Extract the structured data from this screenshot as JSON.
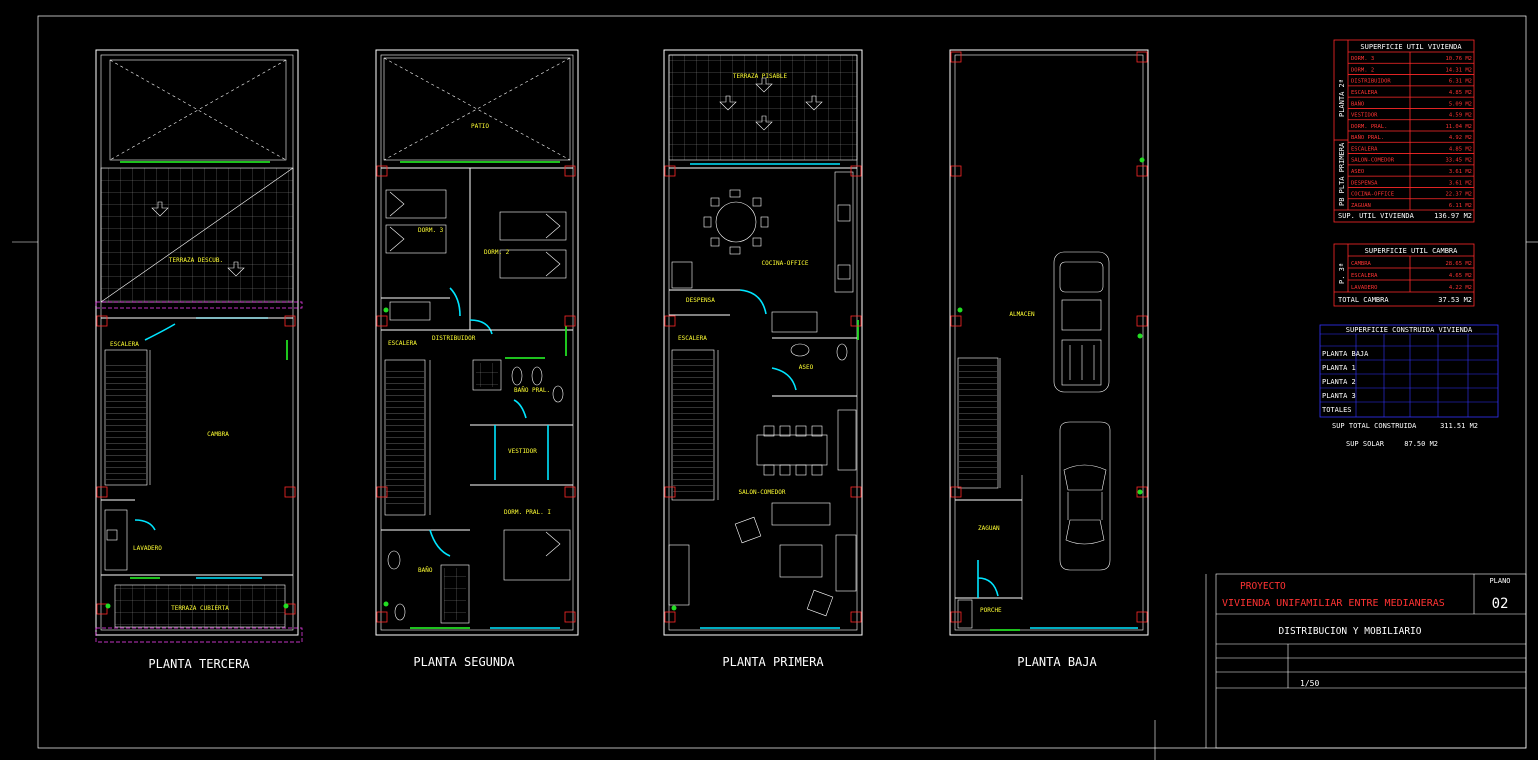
{
  "plans": {
    "tercera": {
      "title": "PLANTA TERCERA",
      "rooms": {
        "terraza_descub": "TERRAZA DESCUB.",
        "escalera": "ESCALERA",
        "cambra": "CAMBRA",
        "lavadero": "LAVADERO",
        "terraza_cubierta": "TERRAZA CUBIERTA"
      }
    },
    "segunda": {
      "title": "PLANTA SEGUNDA",
      "rooms": {
        "patio": "PATIO",
        "dorm3": "DORM. 3",
        "dorm2": "DORM. 2",
        "escalera": "ESCALERA",
        "distribuidor": "DISTRIBUIDOR",
        "bano_pral": "BAÑO PRAL.",
        "vestidor": "VESTIDOR",
        "dorm_pral": "DORM. PRAL. I",
        "bano": "BAÑO"
      }
    },
    "primera": {
      "title": "PLANTA PRIMERA",
      "rooms": {
        "terraza_pisable": "TERRAZA PISABLE",
        "cocina": "COCINA-OFFICE",
        "despensa": "DESPENSA",
        "escalera": "ESCALERA",
        "aseo": "ASEO",
        "salon": "SALON-COMEDOR"
      }
    },
    "baja": {
      "title": "PLANTA BAJA",
      "rooms": {
        "almacen": "ALMACEN",
        "zaguan": "ZAGUAN",
        "porche": "PORCHE"
      }
    }
  },
  "tables": {
    "vivienda": {
      "title": "SUPERFICIE UTIL VIVIENDA",
      "group_labels": [
        "PLANTA 2ª",
        "PB PLTA PRIMERA"
      ],
      "rows": [
        {
          "name": "DORM. 3",
          "value": "10.76 M2"
        },
        {
          "name": "DORM. 2",
          "value": "14.31 M2"
        },
        {
          "name": "DISTRIBUIDOR",
          "value": "6.31 M2"
        },
        {
          "name": "ESCALERA",
          "value": "4.85 M2"
        },
        {
          "name": "BAÑO",
          "value": "5.09 M2"
        },
        {
          "name": "VESTIDOR",
          "value": "4.59 M2"
        },
        {
          "name": "DORM. PRAL.",
          "value": "11.04 M2"
        },
        {
          "name": "BAÑO PRAL.",
          "value": "4.92 M2"
        },
        {
          "name": "ESCALERA",
          "value": "4.85 M2"
        },
        {
          "name": "SALON-COMEDOR",
          "value": "33.45 M2"
        },
        {
          "name": "ASEO",
          "value": "3.61 M2"
        },
        {
          "name": "DESPENSA",
          "value": "3.61 M2"
        },
        {
          "name": "COCINA-OFFICE",
          "value": "22.37 M2"
        },
        {
          "name": "ZAGUAN",
          "value": "6.11 M2"
        }
      ],
      "total_label": "SUP. UTIL VIVIENDA",
      "total_value": "136.97 M2"
    },
    "cambra": {
      "title": "SUPERFICIE UTIL CAMBRA",
      "group_label": "P. 3ª",
      "rows": [
        {
          "name": "CAMBRA",
          "value": "28.65 M2"
        },
        {
          "name": "ESCALERA",
          "value": "4.65 M2"
        },
        {
          "name": "LAVADERO",
          "value": "4.22 M2"
        }
      ],
      "total_label": "TOTAL CAMBRA",
      "total_value": "37.53 M2"
    },
    "construida": {
      "title": "SUPERFICIE CONSTRUIDA VIVIENDA",
      "rows": [
        "PLANTA BAJA",
        "PLANTA 1",
        "PLANTA 2",
        "PLANTA 3",
        "TOTALES"
      ],
      "total_label": "SUP TOTAL CONSTRUIDA",
      "total_value": "311.51 M2",
      "solar_label": "SUP SOLAR",
      "solar_value": "87.50 M2"
    }
  },
  "title_block": {
    "proyecto_label": "PROYECTO",
    "proyecto_name": "VIVIENDA UNIFAMILIAR ENTRE MEDIANERAS",
    "plano_label": "PLANO",
    "plano_number": "02",
    "subtitle": "DISTRIBUCION Y MOBILIARIO",
    "escala_value": "1/50"
  },
  "colors": {
    "background": "#000000",
    "walls": "#ffffff",
    "labels": "#ffff33",
    "windows": "#00e5ff",
    "doors_green": "#22dd22",
    "table_red": "#ff2a2a",
    "table_blue": "#3333ff"
  }
}
